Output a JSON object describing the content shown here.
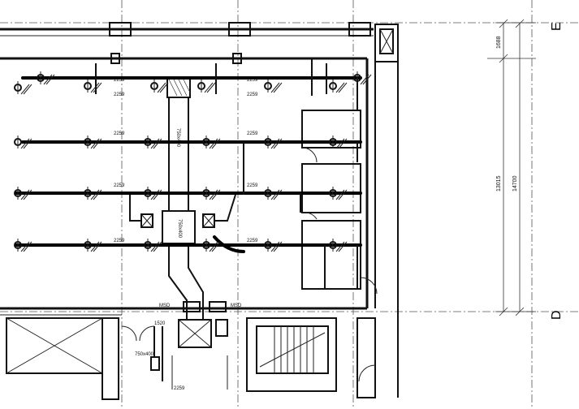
{
  "grid_labels": {
    "top": "E",
    "bottom": "D"
  },
  "dimensions": {
    "d1": "1688",
    "d2": "13015",
    "d3": "14700"
  },
  "duct_labels": {
    "r1a": "2259",
    "r1b": "2259",
    "r1c": "2259",
    "r1d": "2259",
    "r2a": "2259",
    "r2b": "2259",
    "r3a": "2259",
    "r3b": "2259",
    "r4a": "2259",
    "r4b": "2259",
    "vertical_a": "750x400",
    "vertical_b": "750x400",
    "msd_left": "MSD",
    "msd_right": "MSD",
    "s1": "1520",
    "s2": "750x400",
    "s3": "2259"
  },
  "icons": {
    "diffuser": "ceiling-diffuser-icon",
    "fan": "fan-coil-icon",
    "stair": "stair-icon"
  }
}
